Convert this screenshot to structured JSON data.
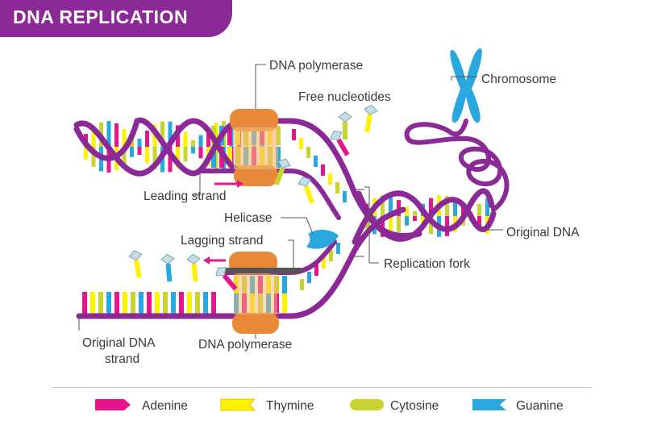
{
  "title": "DNA REPLICATION",
  "labels": {
    "dna_polymerase_top": "DNA polymerase",
    "chromosome": "Chromosome",
    "free_nucleotides": "Free nucleotides",
    "leading_strand": "Leading strand",
    "helicase": "Helicase",
    "lagging_strand": "Lagging strand",
    "original_dna": "Original DNA",
    "replication_fork": "Replication fork",
    "original_dna_strand_1": "Original DNA",
    "original_dna_strand_2": "strand",
    "dna_polymerase_bottom": "DNA polymerase"
  },
  "legend": [
    {
      "label": "Adenine",
      "color": "#e6158c"
    },
    {
      "label": "Thymine",
      "color": "#fff200"
    },
    {
      "label": "Cytosine",
      "color": "#c8d530"
    },
    {
      "label": "Guanine",
      "color": "#29a8e0"
    }
  ],
  "colors": {
    "backbone": "#8b2a97",
    "polymerase": "#e8893a",
    "helicase": "#29a8e0",
    "chromosome": "#29a8e0",
    "title_banner": "#8b2a97"
  }
}
